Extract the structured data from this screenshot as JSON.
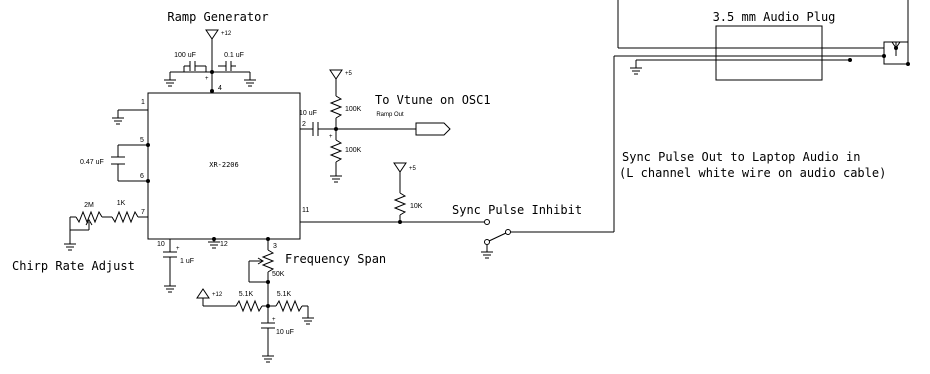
{
  "labels": {
    "ramp_generator": "Ramp Generator",
    "to_vtune": "To Vtune on OSC1",
    "ramp_out": "Ramp Out",
    "audio_plug": "3.5 mm Audio Plug",
    "sync_out_1": "Sync Pulse Out to Laptop Audio in",
    "sync_out_2": "(L channel white wire on audio cable)",
    "sync_inhibit": "Sync Pulse Inhibit",
    "chirp_rate": "Chirp Rate Adjust",
    "freq_span": "Frequency Span",
    "chip": "XR-2206"
  },
  "rails": {
    "top": "+12",
    "vtune": "+5",
    "sync": "+5",
    "bottom": "+12"
  },
  "components": {
    "c100u": "100 uF",
    "c01u": "0.1 uF",
    "c10u_top": "10 uF",
    "r100k_top": "100K",
    "r100k_bot": "100K",
    "c047u": "0.47 uF",
    "r2m": "2M",
    "r1k": "1K",
    "r10k": "10K",
    "c1u": "1 uF",
    "r50k": "50K",
    "r51k_a": "5.1K",
    "r51k_b": "5.1K",
    "c10u_bot": "10 uF"
  },
  "pins": {
    "p1": "1",
    "p2": "2",
    "p4": "4",
    "p5": "5",
    "p6": "6",
    "p7": "7",
    "p10": "10",
    "p11": "11",
    "p12": "12",
    "p3": "3"
  },
  "polarity": {
    "plus": "+"
  }
}
